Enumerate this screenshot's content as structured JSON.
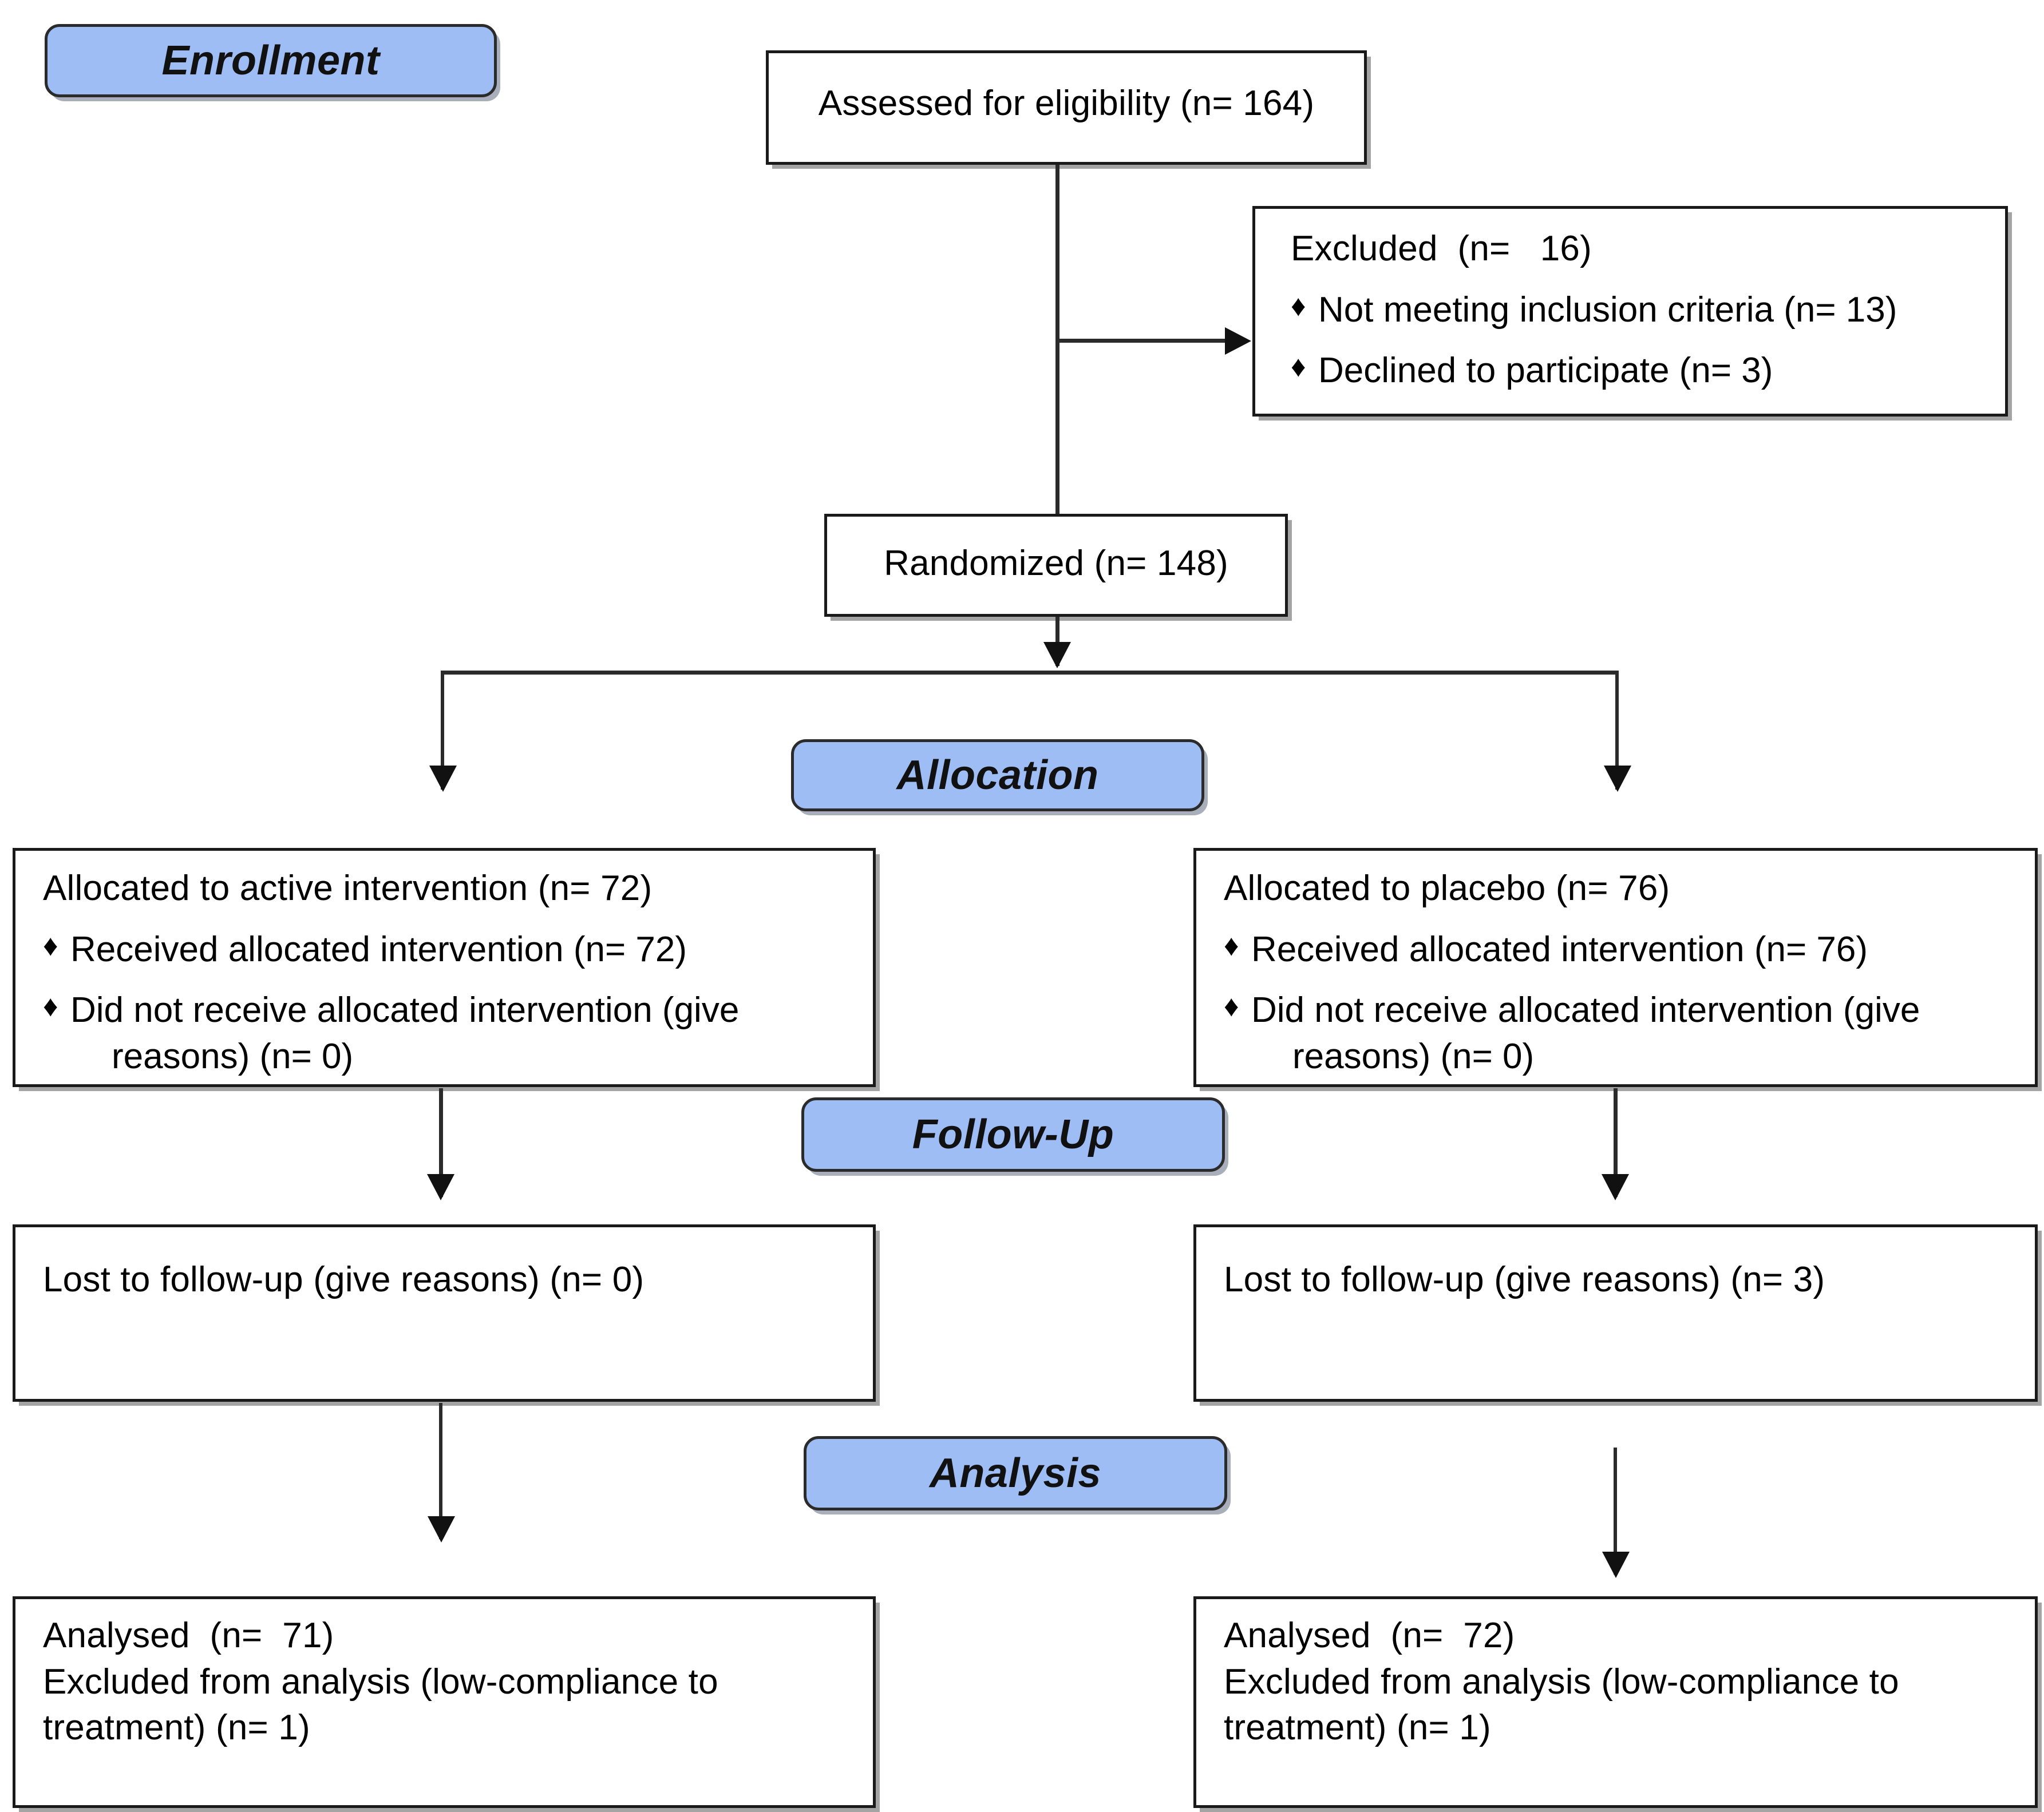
{
  "diagram": {
    "title": "CONSORT participant flow diagram",
    "accent_color": "#9fbdf5",
    "border_color": "#1a1a1a",
    "bullet_glyph": "♦"
  },
  "stages": {
    "enrollment": "Enrollment",
    "allocation": "Allocation",
    "followup": "Follow-Up",
    "analysis": "Analysis"
  },
  "enrollment": {
    "assessed": "Assessed for eligibility (n= 164)",
    "excluded": {
      "heading": "Excluded  (n=   16)",
      "reasons": [
        "Not meeting inclusion criteria (n= 13)",
        "Declined to participate (n= 3)"
      ]
    },
    "randomized": "Randomized (n= 148)"
  },
  "allocation": {
    "left": {
      "heading": "Allocated to active intervention (n= 72)",
      "bullets": [
        {
          "text": "Received allocated intervention (n= 72)",
          "continuation": ""
        },
        {
          "text": "Did not receive allocated intervention (give",
          "continuation": "reasons) (n= 0)"
        }
      ]
    },
    "right": {
      "heading": "Allocated to placebo (n= 76)",
      "bullets": [
        {
          "text": "Received allocated intervention (n= 76)",
          "continuation": ""
        },
        {
          "text": "Did not receive allocated intervention (give",
          "continuation": "reasons) (n= 0)"
        }
      ]
    }
  },
  "followup": {
    "left": "Lost to follow-up (give reasons) (n= 0)",
    "right": "Lost to follow-up (give reasons) (n= 3)"
  },
  "analysis": {
    "left": {
      "analysed": "Analysed  (n=  71)",
      "excluded_line1": "Excluded from analysis (low-compliance to",
      "excluded_line2": "treatment) (n= 1)"
    },
    "right": {
      "analysed": "Analysed  (n=  72)",
      "excluded_line1": "Excluded from analysis (low-compliance to",
      "excluded_line2": "treatment) (n= 1)"
    }
  }
}
